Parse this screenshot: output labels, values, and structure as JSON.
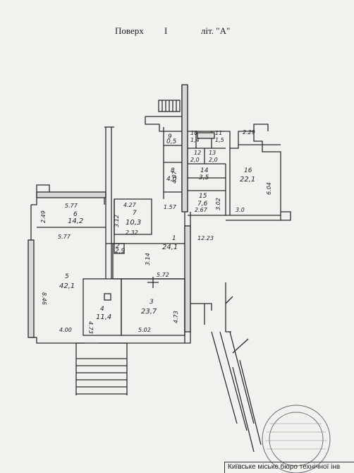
{
  "header": {
    "floor_label": "Поверх",
    "floor_number": "I",
    "letter_label": "літ. \"А\""
  },
  "rooms": [
    {
      "id": "r1",
      "number": "1",
      "area": "24,1"
    },
    {
      "id": "r2",
      "number": "2",
      "area": "2,9"
    },
    {
      "id": "r3",
      "number": "3",
      "area": "23,7"
    },
    {
      "id": "r4",
      "number": "4",
      "area": "11,4"
    },
    {
      "id": "r5",
      "number": "5",
      "area": "42,1"
    },
    {
      "id": "r6",
      "number": "6",
      "area": "14,2"
    },
    {
      "id": "r7",
      "number": "7",
      "area": "10,3"
    },
    {
      "id": "r8",
      "number": "8",
      "area": "4,0"
    },
    {
      "id": "r9",
      "number": "9",
      "area": "0,5"
    },
    {
      "id": "r10",
      "number": "10",
      "area": "1,4"
    },
    {
      "id": "r11",
      "number": "11",
      "area": "1,5"
    },
    {
      "id": "r12",
      "number": "12",
      "area": "2,0"
    },
    {
      "id": "r13",
      "number": "13",
      "area": "2,0"
    },
    {
      "id": "r14",
      "number": "14",
      "area": "3,5"
    },
    {
      "id": "r15",
      "number": "15",
      "area": "7,6"
    },
    {
      "id": "r16",
      "number": "16",
      "area": "22,1"
    }
  ],
  "dimensions": {
    "d_577_top": "5.77",
    "d_577_mid": "5.77",
    "d_249": "2.49",
    "d_427": "4.27",
    "d_157": "1.57",
    "d_312": "3.12",
    "d_232": "2.32",
    "d_846": "8.46",
    "d_400": "4.00",
    "d_473_left": "4.73",
    "d_314": "3.14",
    "d_572": "5.72",
    "d_502": "5.02",
    "d_473_right": "4.73",
    "d_1223": "12.23",
    "d_407": "4.07",
    "d_267": "2.67",
    "d_302": "3.02",
    "d_30": "3.0",
    "d_604": "6.04",
    "d_229": "2.29"
  },
  "stamp": {
    "lines": [
      "Київське міське бюро технічної інв"
    ]
  },
  "footer_text": "Київське міське бюро технічної інв"
}
